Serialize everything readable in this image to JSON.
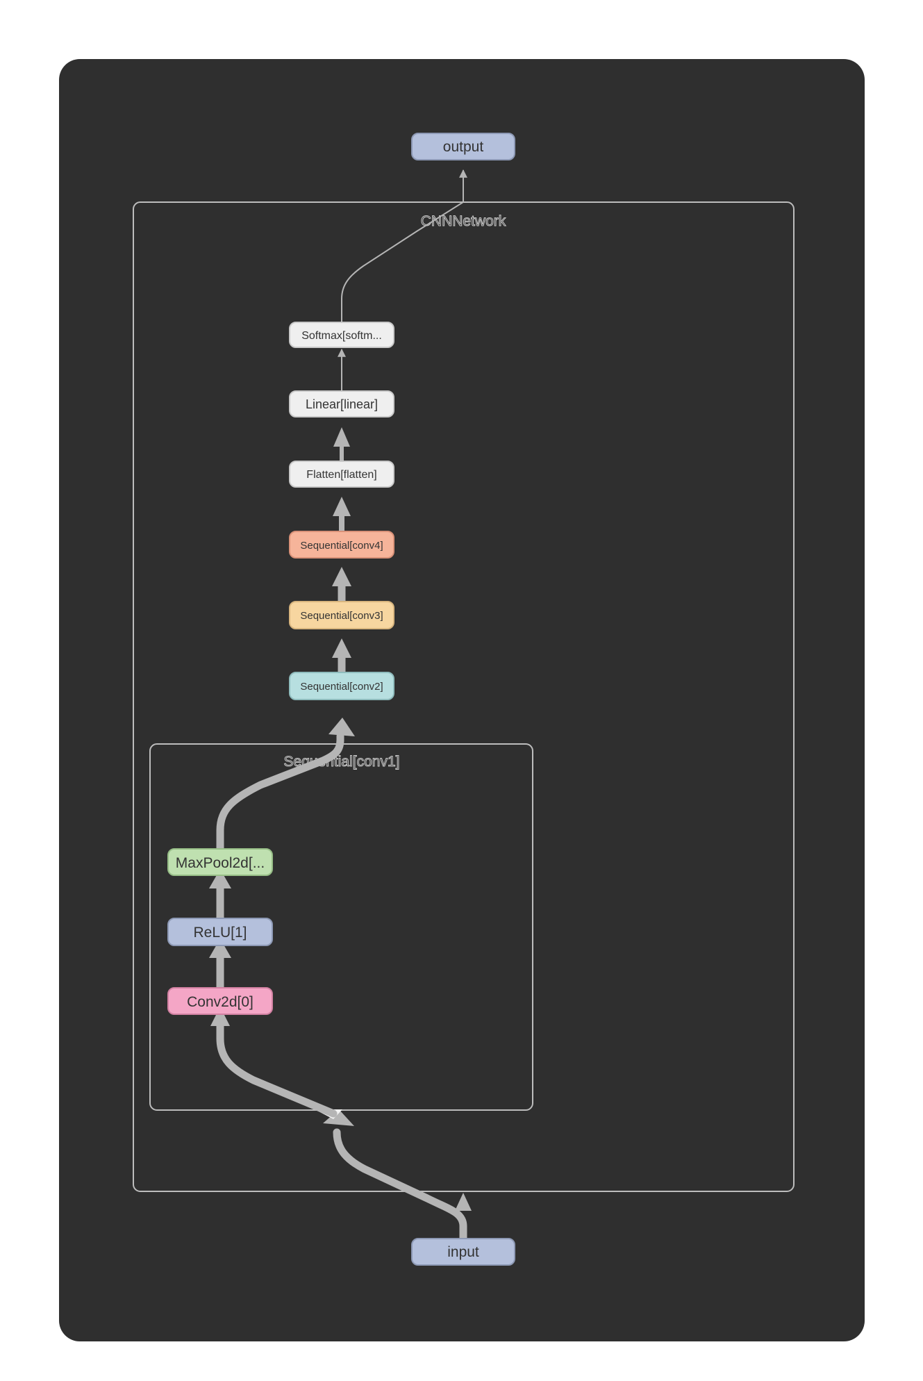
{
  "graph": {
    "input_label": "input",
    "output_label": "output",
    "groups": {
      "outer": "CNNNetwork",
      "inner": "Sequential[conv1]"
    },
    "nodes": {
      "conv2d": "Conv2d[0]",
      "relu": "ReLU[1]",
      "maxpool": "MaxPool2d[...",
      "seq_conv2": "Sequential[conv2]",
      "seq_conv3": "Sequential[conv3]",
      "seq_conv4": "Sequential[conv4]",
      "flatten": "Flatten[flatten]",
      "linear": "Linear[linear]",
      "softmax": "Softmax[softm..."
    },
    "colors": {
      "background": "#2f2f2f",
      "io_node": "#b4c0dc",
      "conv2d": "#f4a6c6",
      "relu": "#b4c0dc",
      "maxpool": "#bfe0b0",
      "seq_conv2": "#b7dfe0",
      "seq_conv3": "#f7d6a0",
      "seq_conv4": "#f6b49a",
      "plain_node": "#efefef",
      "edge": "#b5b5b5",
      "group_border": "#bdbdbd"
    }
  }
}
